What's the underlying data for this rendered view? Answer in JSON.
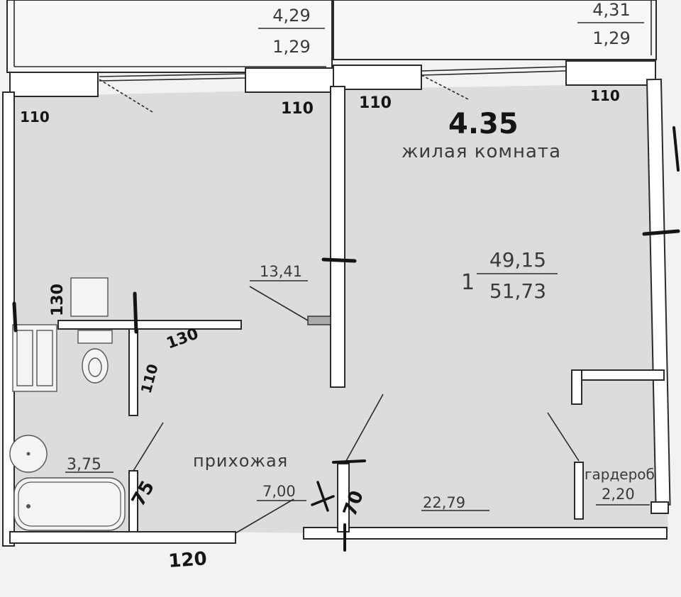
{
  "balconies": [
    {
      "area_top": "4,29",
      "area_bottom": "1,29"
    },
    {
      "area_top": "4,31",
      "area_bottom": "1,29"
    }
  ],
  "rooms": {
    "living_room": {
      "label": "жилая комната",
      "area": "22,79"
    },
    "kitchen": {
      "area": "13,41"
    },
    "hallway": {
      "label": "прихожая",
      "area": "7,00"
    },
    "bathroom": {
      "area": "3,75"
    },
    "wardrobe": {
      "label": "гардероб",
      "area": "2,20"
    }
  },
  "apartment": {
    "rooms_count": "1",
    "living_area": "49,15",
    "total_area": "51,73"
  },
  "handwritten": {
    "dim_top_left": "110",
    "dim_top_center_left": "110",
    "dim_top_center_right": "110",
    "dim_top_right": "110",
    "ceiling_height": "4.35",
    "dim_bath_top": "130",
    "dim_bath_partition": "130",
    "dim_bath_side": "110",
    "dim_bottom": "120",
    "dim_door_bath": "75",
    "dim_door_entry": "70"
  },
  "colors": {
    "paper": "#f2f2f0",
    "floor": "#dcdcdc",
    "wall": "#ffffff",
    "line": "#2a2a2a",
    "print_text": "#3a3a3a",
    "ink": "#141414"
  }
}
